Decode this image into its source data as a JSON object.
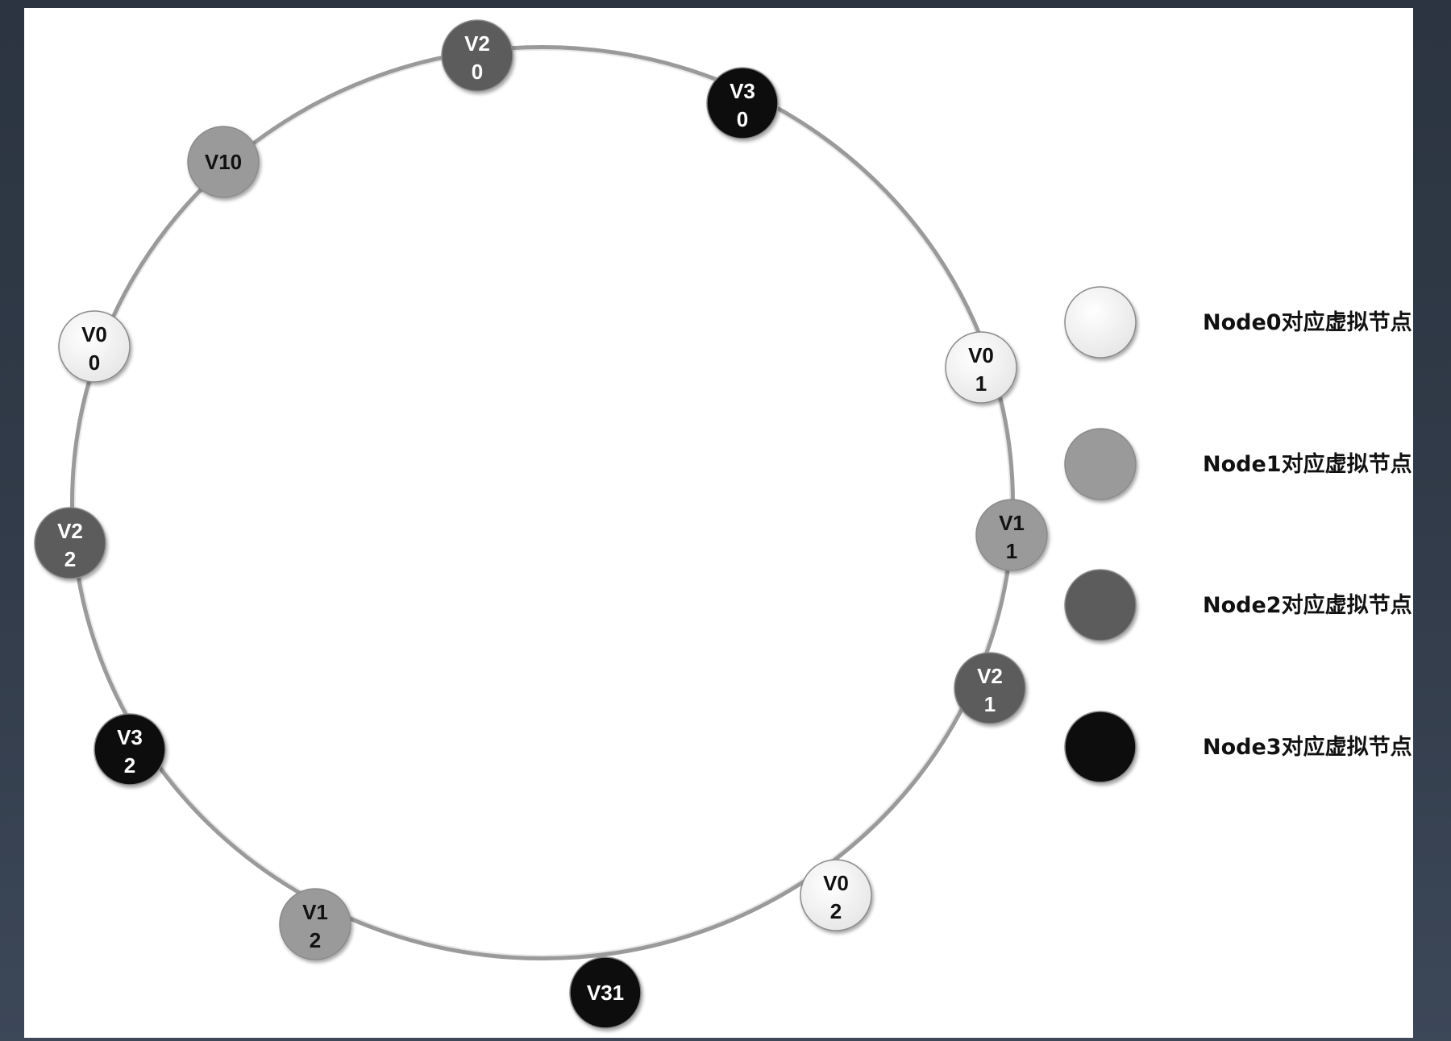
{
  "colors": {
    "node0": "#f4f4f4",
    "node1": "#9a9a9a",
    "node2": "#5c5c5c",
    "node3": "#0c0c0c"
  },
  "ring_nodes": [
    {
      "id": "v2-0-top",
      "line1": "V2",
      "line2": "0",
      "group": "node2"
    },
    {
      "id": "v3-0",
      "line1": "V3",
      "line2": "0",
      "group": "node3"
    },
    {
      "id": "v0-1",
      "line1": "V0",
      "line2": "1",
      "group": "node0"
    },
    {
      "id": "v1-1",
      "line1": "V1",
      "line2": "1",
      "group": "node1"
    },
    {
      "id": "v2-1",
      "line1": "V2",
      "line2": "1",
      "group": "node2"
    },
    {
      "id": "v0-2",
      "line1": "V0",
      "line2": "2",
      "group": "node0"
    },
    {
      "id": "v3-1",
      "line1": "V31",
      "line2": "",
      "group": "node3"
    },
    {
      "id": "v1-2",
      "line1": "V1",
      "line2": "2",
      "group": "node1"
    },
    {
      "id": "v3-2",
      "line1": "V3",
      "line2": "2",
      "group": "node3"
    },
    {
      "id": "v2-2",
      "line1": "V2",
      "line2": "2",
      "group": "node2"
    },
    {
      "id": "v0-0",
      "line1": "V0",
      "line2": "0",
      "group": "node0"
    },
    {
      "id": "v1-0",
      "line1": "V10",
      "line2": "",
      "group": "node1"
    }
  ],
  "legend": [
    {
      "label": "Node0对应虚拟节点",
      "group": "node0"
    },
    {
      "label": "Node1对应虚拟节点",
      "group": "node1"
    },
    {
      "label": "Node2对应虚拟节点",
      "group": "node2"
    },
    {
      "label": "Node3对应虚拟节点",
      "group": "node3"
    }
  ]
}
